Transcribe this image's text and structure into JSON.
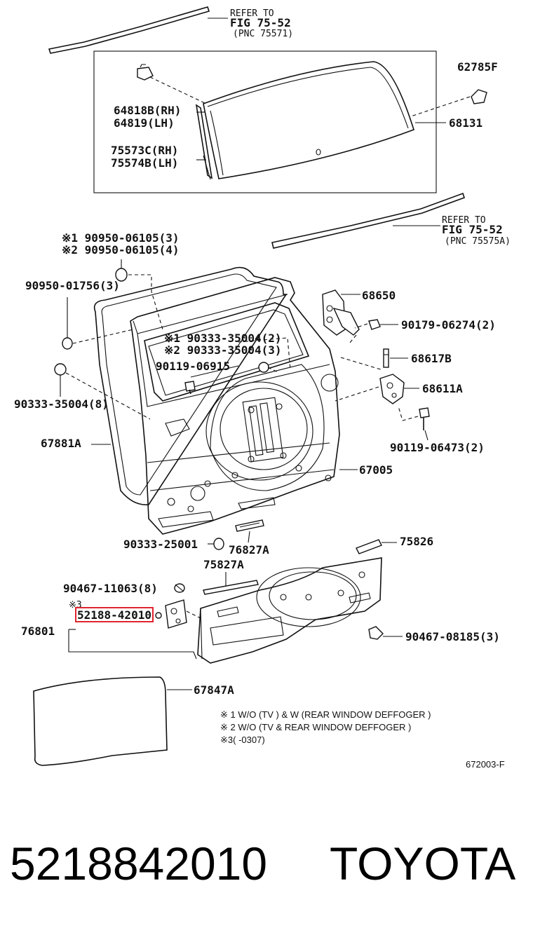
{
  "diagram": {
    "refs": {
      "top": {
        "line1": "REFER TO",
        "line2": "FIG 75-52",
        "line3": "(PNC 75571)"
      },
      "mid": {
        "line1": "REFER TO",
        "line2": "FIG 75-52",
        "line3": "(PNC 75575A)"
      }
    },
    "labels": {
      "p62785F": "62785F",
      "p64818B": "64818B(RH)",
      "p64819": "64819(LH)",
      "p68131": "68131",
      "p75573C": "75573C(RH)",
      "p75574B": "75574B(LH)",
      "n90950_1": "※1 90950-06105(3)",
      "n90950_2": "※2 90950-06105(4)",
      "p90950_01756": "90950-01756(3)",
      "p68650": "68650",
      "n90333_1": "※1 90333-35004(2)",
      "n90333_2": "※2 90333-35004(3)",
      "p90179": "90179-06274(2)",
      "p90119_06915": "90119-06915",
      "p68617B": "68617B",
      "p90333_35004_8": "90333-35004(8)",
      "p68611A": "68611A",
      "p67881A": "67881A",
      "p90119_06473": "90119-06473(2)",
      "p67005": "67005",
      "p90333_25001": "90333-25001",
      "p76827A": "76827A",
      "p75826": "75826",
      "p75827A": "75827A",
      "p90467_11063": "90467-11063(8)",
      "mark3": "※3",
      "p52188": "52188-42010",
      "p76801": "76801",
      "p90467_08185": "90467-08185(3)",
      "p67847A": "67847A"
    },
    "notes": {
      "n1": "※ 1  W/O (TV ) &  W (REAR WINDOW DEFFOGER )",
      "n2": "※ 2  W/O (TV &  REAR WINDOW DEFFOGER )",
      "n3": "※3(       -0307)"
    },
    "fig_code": "672003-F",
    "highlight_color": "#e0242e"
  },
  "footer": {
    "part_number": "5218842010",
    "brand": "TOYOTA"
  }
}
